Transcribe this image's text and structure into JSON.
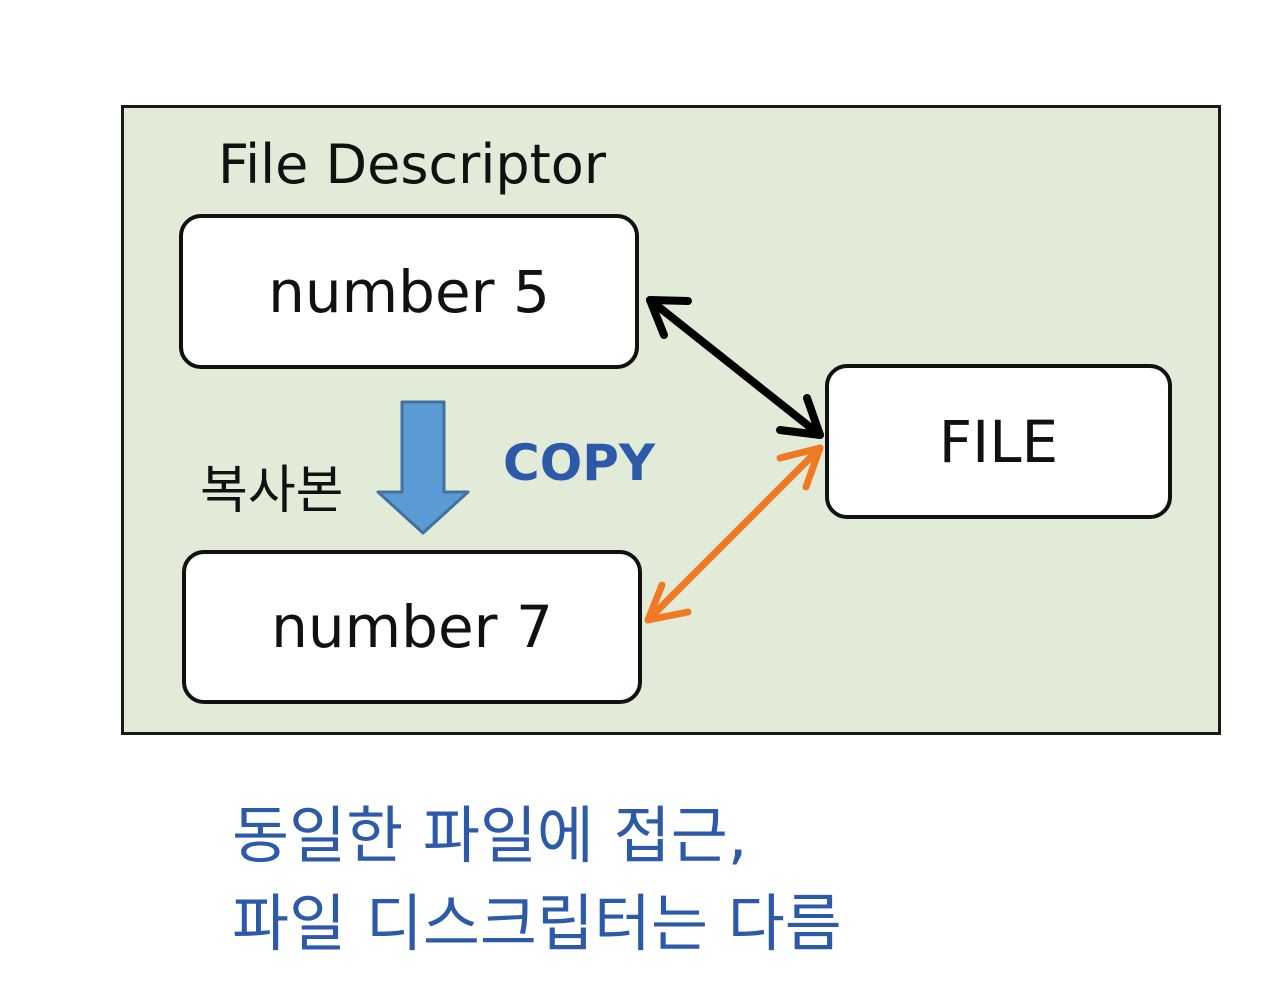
{
  "diagram": {
    "group_title": "File Descriptor",
    "descriptor_original": "number 5",
    "descriptor_copy": "number 7",
    "file": "FILE",
    "copy_label": "COPY",
    "copy_side_label": "복사본"
  },
  "caption": {
    "line1": "동일한 파일에 접근,",
    "line2": "파일 디스크립터는 다름"
  },
  "colors": {
    "panel_background": "#e2ebd8",
    "copy_arrow": "#5b9bd5",
    "original_link": "#000000",
    "copy_link": "#f07a23",
    "caption_text": "#2d5aa8"
  }
}
